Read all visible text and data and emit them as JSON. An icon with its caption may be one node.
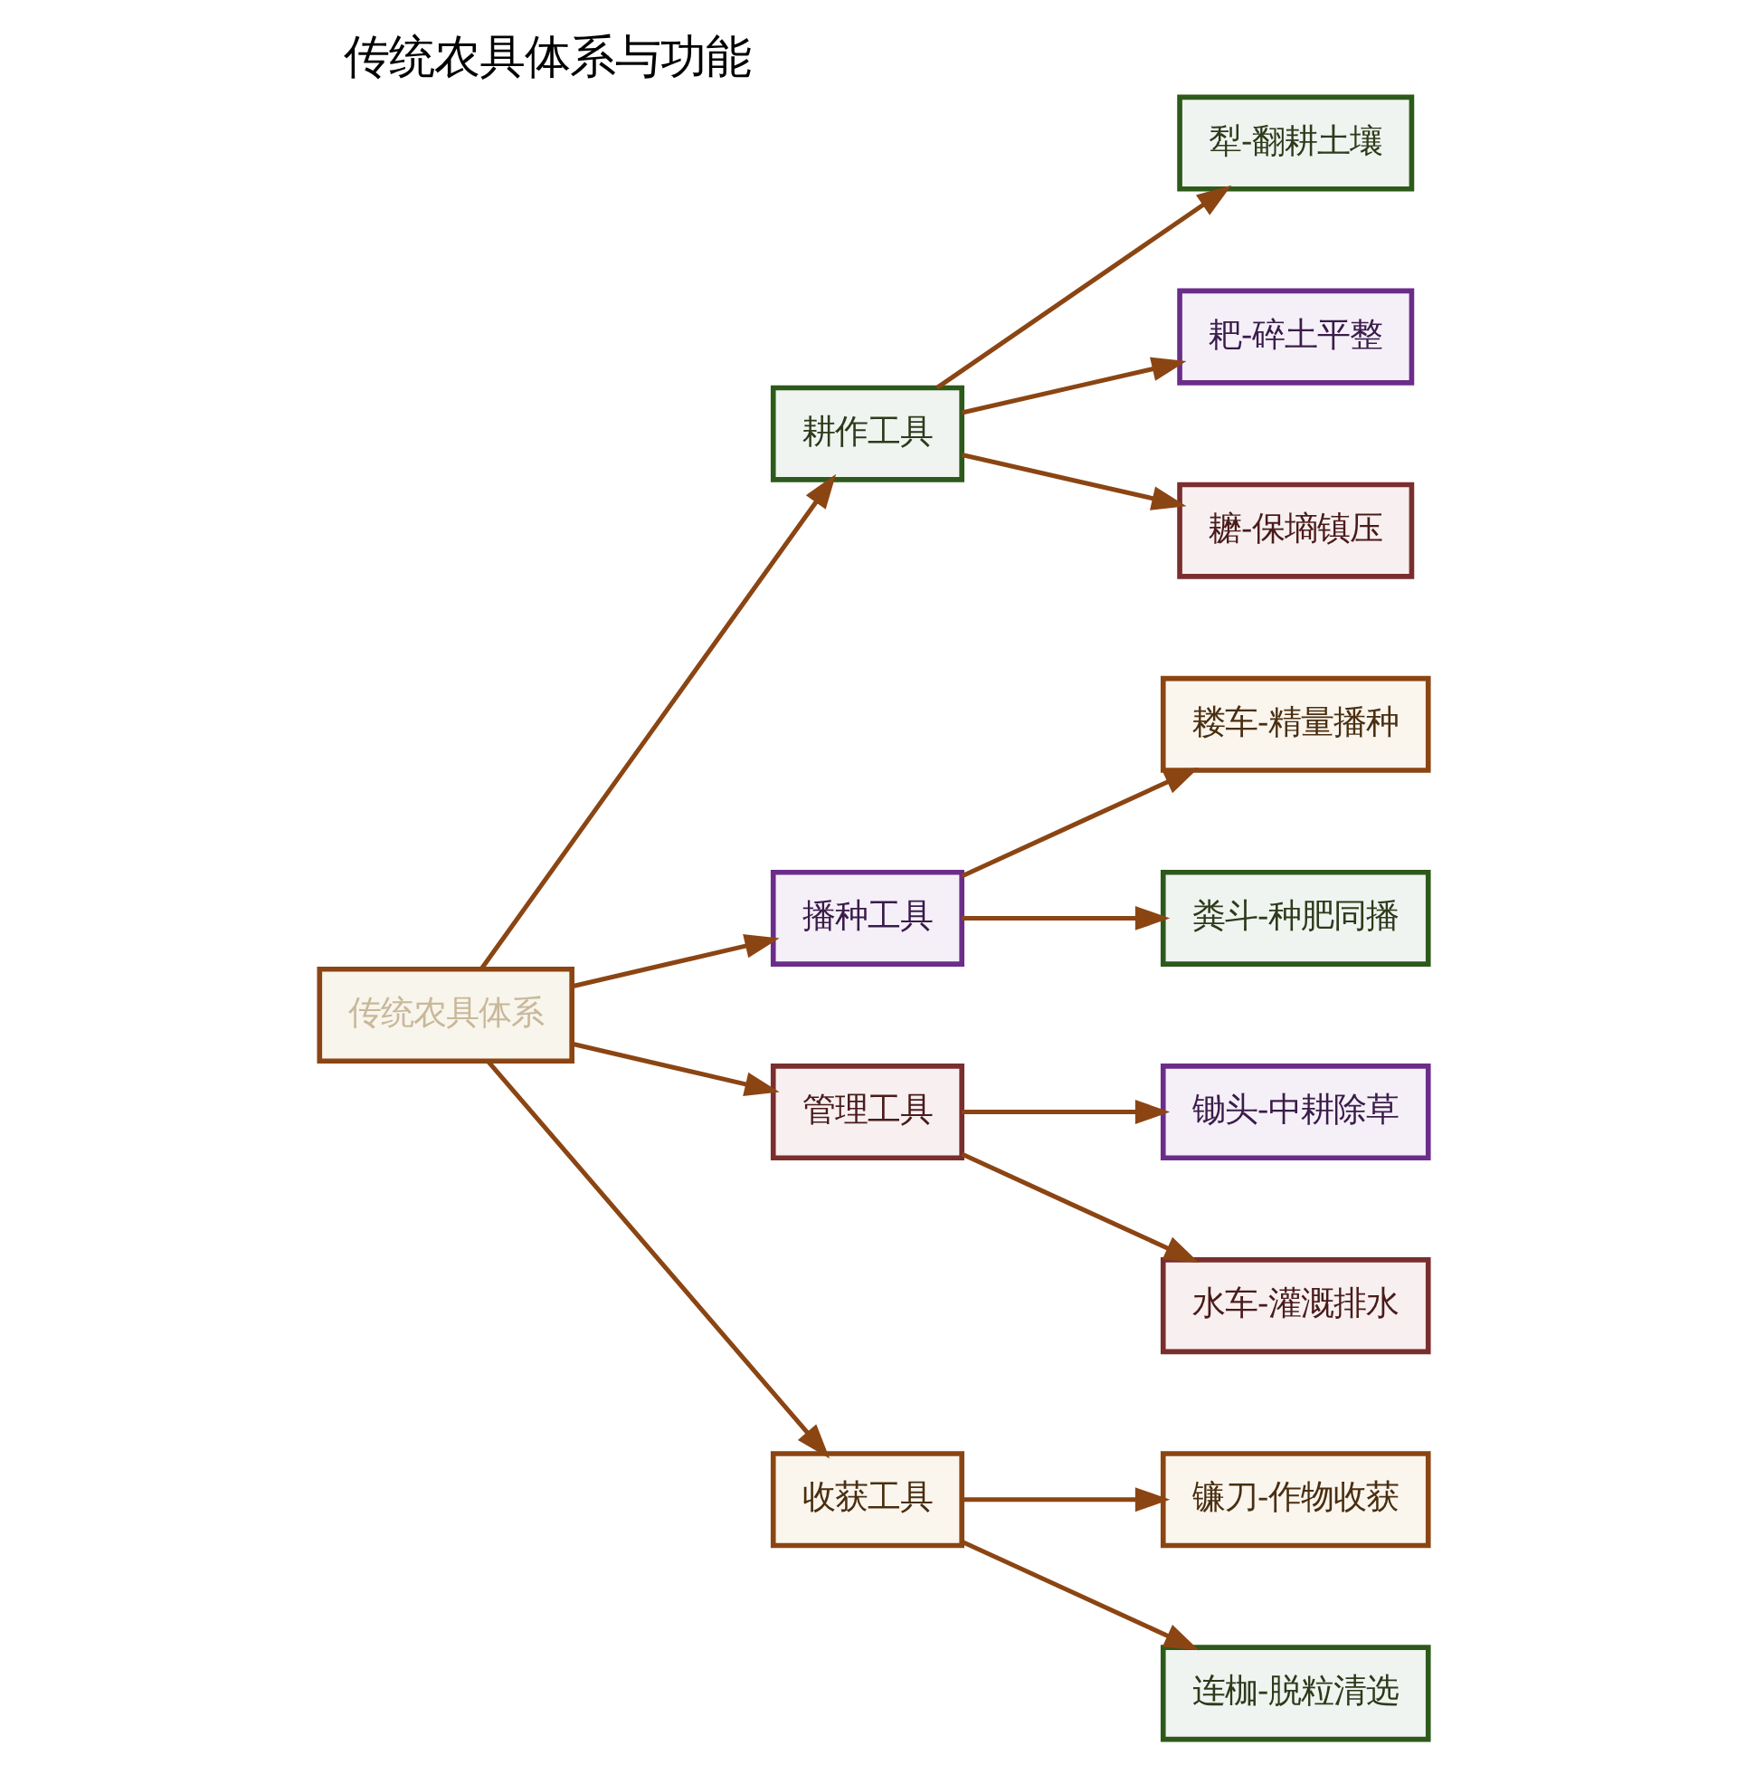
{
  "diagram": {
    "title": "传统农具体系与功能",
    "nodes": [
      {
        "text": [
          "传统农具体系"
        ]
      },
      {
        "text": [
          "耕作工具"
        ]
      },
      {
        "text": [
          "犁-翻耕土壤"
        ]
      },
      {
        "text": [
          "耙-碎土平整"
        ]
      },
      {
        "text": [
          "耱-保墒镇压"
        ]
      },
      {
        "text": [
          "播种工具"
        ]
      },
      {
        "text": [
          "耧车-精量播种"
        ]
      },
      {
        "text": [
          "粪斗-种肥同播"
        ]
      },
      {
        "text": [
          "管理工具"
        ]
      },
      {
        "text": [
          "锄头-中耕除草"
        ]
      },
      {
        "text": [
          "水车-灌溉排水"
        ]
      },
      {
        "text": [
          "收获工具"
        ]
      },
      {
        "text": [
          "镰刀-作物收获"
        ]
      },
      {
        "text": [
          "连枷-脱粒清选"
        ]
      }
    ],
    "edges": [
      {
        "from": 0,
        "to": 1,
        "arrow": "to"
      },
      {
        "from": 0,
        "to": 5,
        "arrow": "to"
      },
      {
        "from": 0,
        "to": 8,
        "arrow": "to"
      },
      {
        "from": 0,
        "to": 11,
        "arrow": "to"
      },
      {
        "from": 1,
        "to": 2,
        "arrow": "to"
      },
      {
        "from": 1,
        "to": 3,
        "arrow": "to"
      },
      {
        "from": 1,
        "to": 4,
        "arrow": "to"
      },
      {
        "from": 5,
        "to": 6,
        "arrow": "to"
      },
      {
        "from": 5,
        "to": 7,
        "arrow": "to"
      },
      {
        "from": 8,
        "to": 9,
        "arrow": "to"
      },
      {
        "from": 8,
        "to": 10,
        "arrow": "to"
      },
      {
        "from": 11,
        "to": 12,
        "arrow": "to"
      },
      {
        "from": 11,
        "to": 13,
        "arrow": "to"
      }
    ]
  }
}
